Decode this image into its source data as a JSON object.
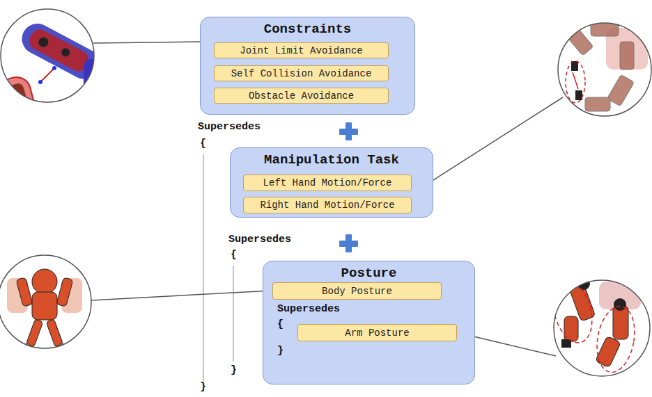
{
  "diagram": {
    "nodes": [
      {
        "text": [
          "Constraints"
        ]
      },
      {
        "text": [
          "Joint Limit Avoidance"
        ],
        "in": 0
      },
      {
        "text": [
          "Self Collision Avoidance"
        ],
        "in": 0
      },
      {
        "text": [
          "Obstacle Avoidance"
        ],
        "in": 0
      },
      {
        "text": [
          "Manipulation Task"
        ]
      },
      {
        "text": [
          "Left Hand Motion/Force"
        ],
        "in": 4
      },
      {
        "text": [
          "Right Hand Motion/Force"
        ],
        "in": 4
      },
      {
        "text": [
          "Posture",
          "Supersedes"
        ]
      },
      {
        "text": [
          "Body Posture"
        ],
        "in": 7
      },
      {
        "text": [
          "Arm Posture"
        ],
        "in": 7
      }
    ],
    "labels": [
      "Supersedes",
      "{",
      "Supersedes",
      "{",
      "{",
      "}",
      "}",
      "}"
    ]
  }
}
